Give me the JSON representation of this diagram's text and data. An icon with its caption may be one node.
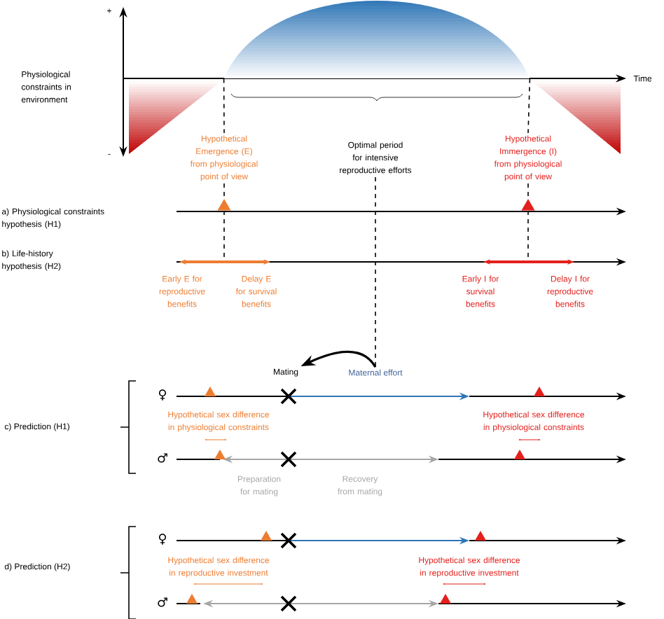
{
  "diagram": {
    "nodes": [
      {
        "text": [
          "Optimal period for intensive reproductive efforts"
        ]
      },
      {
        "text": [
          "Hypothetical Emergence (E) from physiological point of view"
        ]
      },
      {
        "text": [
          "Hypothetical Immergence (I) from physiological point of view"
        ]
      },
      {
        "text": [],
        "shape": "triangle"
      },
      {
        "text": [],
        "shape": "triangle"
      },
      {
        "text": [
          "Mating"
        ]
      },
      {
        "text": [
          "Maternal effort"
        ]
      },
      {
        "text": [],
        "shape": "dome"
      }
    ],
    "edges": [
      {
        "from": 7,
        "to": 1,
        "arrow": "none",
        "style": "dashed"
      },
      {
        "from": 1,
        "to": 3,
        "arrow": "none",
        "style": "dashed"
      },
      {
        "from": 3,
        "to": null,
        "arrow": "none",
        "style": "dashed"
      },
      {
        "from": 7,
        "to": 2,
        "arrow": "none",
        "style": "dashed"
      },
      {
        "from": 2,
        "to": 4,
        "arrow": "none",
        "style": "dashed"
      },
      {
        "from": 4,
        "to": null,
        "arrow": "none",
        "style": "dashed"
      },
      {
        "from": 0,
        "to": 6,
        "arrow": "none",
        "style": "dashed"
      },
      {
        "from": 6,
        "to": 5,
        "arrow": "to"
      }
    ],
    "labels": [
      "+",
      "Time",
      "Physiological constraints in environment",
      "-",
      "a) Physiological constraints hypothesis (H1)",
      "b) Life-history hypothesis (H2)",
      "Early E for reproductive benefits",
      "Delay E for survival benefits",
      "Early I for survival benefits",
      "Delay I for reproductive benefits",
      "♀",
      "Hypothetical sex difference in physiological constraints",
      "Hypothetical sex difference in physiological constraints",
      "c) Prediction (H1)",
      "♂",
      "Preparation for mating",
      "Recovery from mating",
      "♀",
      "d) Prediction (H2)",
      "Hypothetical sex difference in reproductive investment",
      "Hypothetical sex difference in reproductive investment",
      "♂"
    ]
  }
}
